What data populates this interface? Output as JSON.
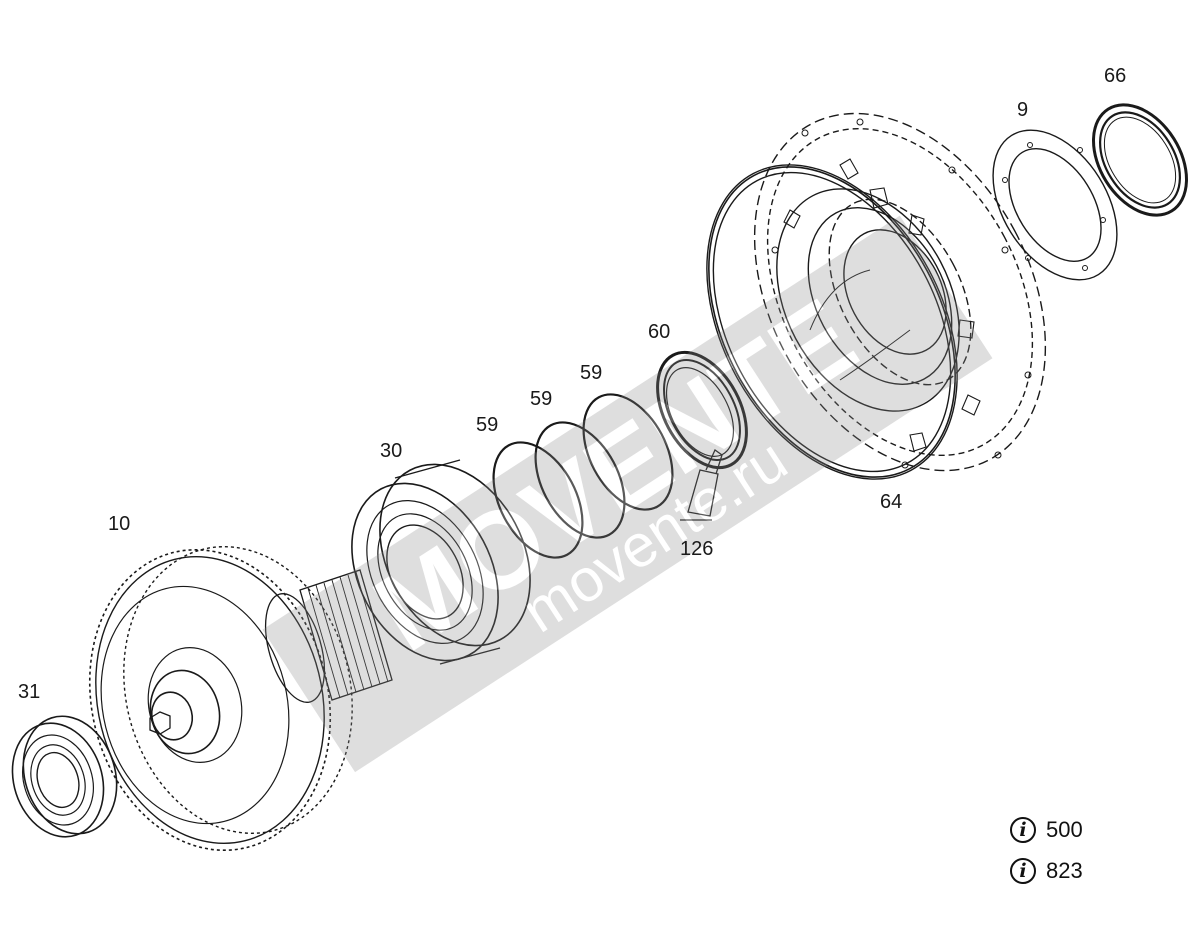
{
  "diagram": {
    "callouts": {
      "p66": "66",
      "p9": "9",
      "p60": "60",
      "p59a": "59",
      "p59b": "59",
      "p59c": "59",
      "p30": "30",
      "p10": "10",
      "p31": "31",
      "p64": "64",
      "p126": "126"
    },
    "info_refs": [
      {
        "icon": "info-icon",
        "value": "500"
      },
      {
        "icon": "info-icon",
        "value": "823"
      }
    ],
    "watermark": {
      "brand": "MOVENTE",
      "url": "movente.ru"
    }
  }
}
